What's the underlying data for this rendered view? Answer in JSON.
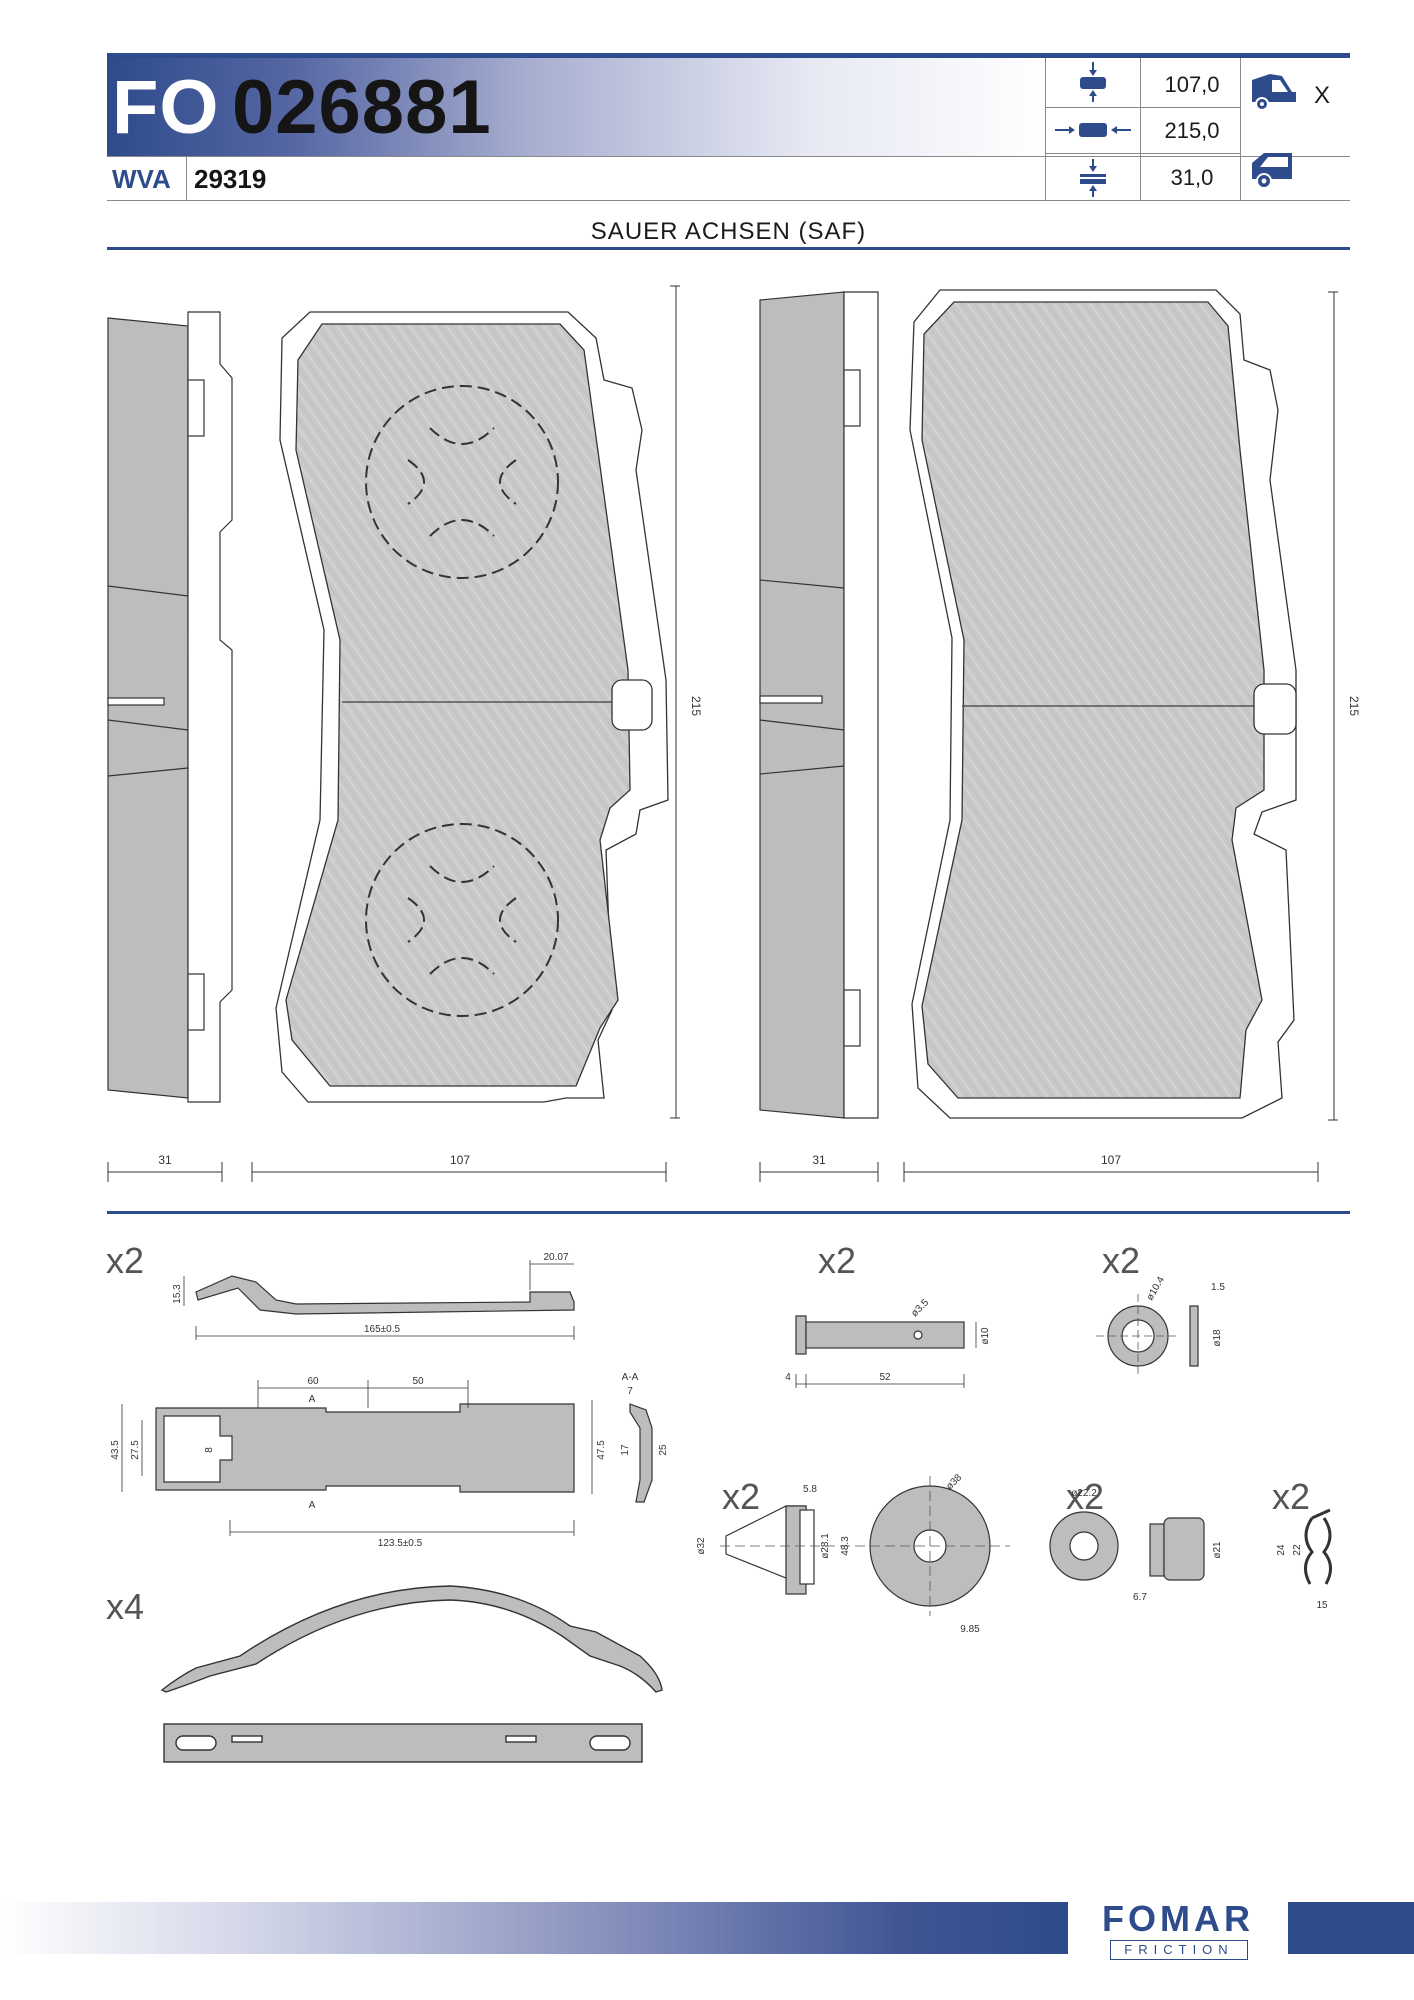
{
  "header": {
    "part_prefix": "FO",
    "part_number": "026881",
    "wva_label": "WVA",
    "wva_number": "29319",
    "specs": [
      {
        "icon": "pad-width-icon",
        "value": "107,0"
      },
      {
        "icon": "pad-length-icon",
        "value": "215,0"
      },
      {
        "icon": "pad-thickness-icon",
        "value": "31,0"
      }
    ],
    "application": {
      "icon_truck_front": "truck-front-icon",
      "icon_truck_rear": "truck-rear-icon",
      "mark": "X"
    }
  },
  "maker": "SAUER ACHSEN (SAF)",
  "drawings": {
    "left": {
      "thickness": "31",
      "width": "107",
      "height": "215"
    },
    "right": {
      "thickness": "31",
      "width": "107",
      "height": "215"
    }
  },
  "accessories": {
    "spring_plate": {
      "qty": "x2",
      "dims": {
        "d1": "20.07",
        "d2": "15.3",
        "d3": "165±0.5",
        "d4": "60",
        "d5": "50",
        "d6": "A",
        "d7": "A-A",
        "d8": "7",
        "d9": "43.5",
        "d10": "27.5",
        "d11": "8",
        "d12": "47.5",
        "d13": "17",
        "d14": "25",
        "d15": "123.5±0.5"
      }
    },
    "spring_clip": {
      "qty": "x4"
    },
    "pin": {
      "qty": "x2",
      "dims": {
        "d1": "ø3.5",
        "d2": "ø10",
        "d3": "4",
        "d4": "52"
      }
    },
    "washer": {
      "qty": "x2",
      "dims": {
        "d1": "ø10.4",
        "d2": "1.5",
        "d3": "ø18"
      }
    },
    "retainer": {
      "qty": "x2",
      "dims": {
        "d1": "5.8",
        "d2": "ø38",
        "d3": "ø32",
        "d4": "ø28.1",
        "d5": "48.3",
        "d6": "9.85"
      }
    },
    "bushing": {
      "qty": "x2",
      "dims": {
        "d1": "ø22.2",
        "d2": "ø21",
        "d3": "6.7"
      }
    },
    "r_clip": {
      "qty": "x2",
      "dims": {
        "d1": "24",
        "d2": "22",
        "d3": "15"
      }
    }
  },
  "footer": {
    "brand": "FOMAR",
    "sub": "FRICTION"
  },
  "colors": {
    "brand_blue": "#2e4b8c",
    "pad_gray": "#c9c9c9",
    "plate_gray": "#bdbdbd"
  }
}
